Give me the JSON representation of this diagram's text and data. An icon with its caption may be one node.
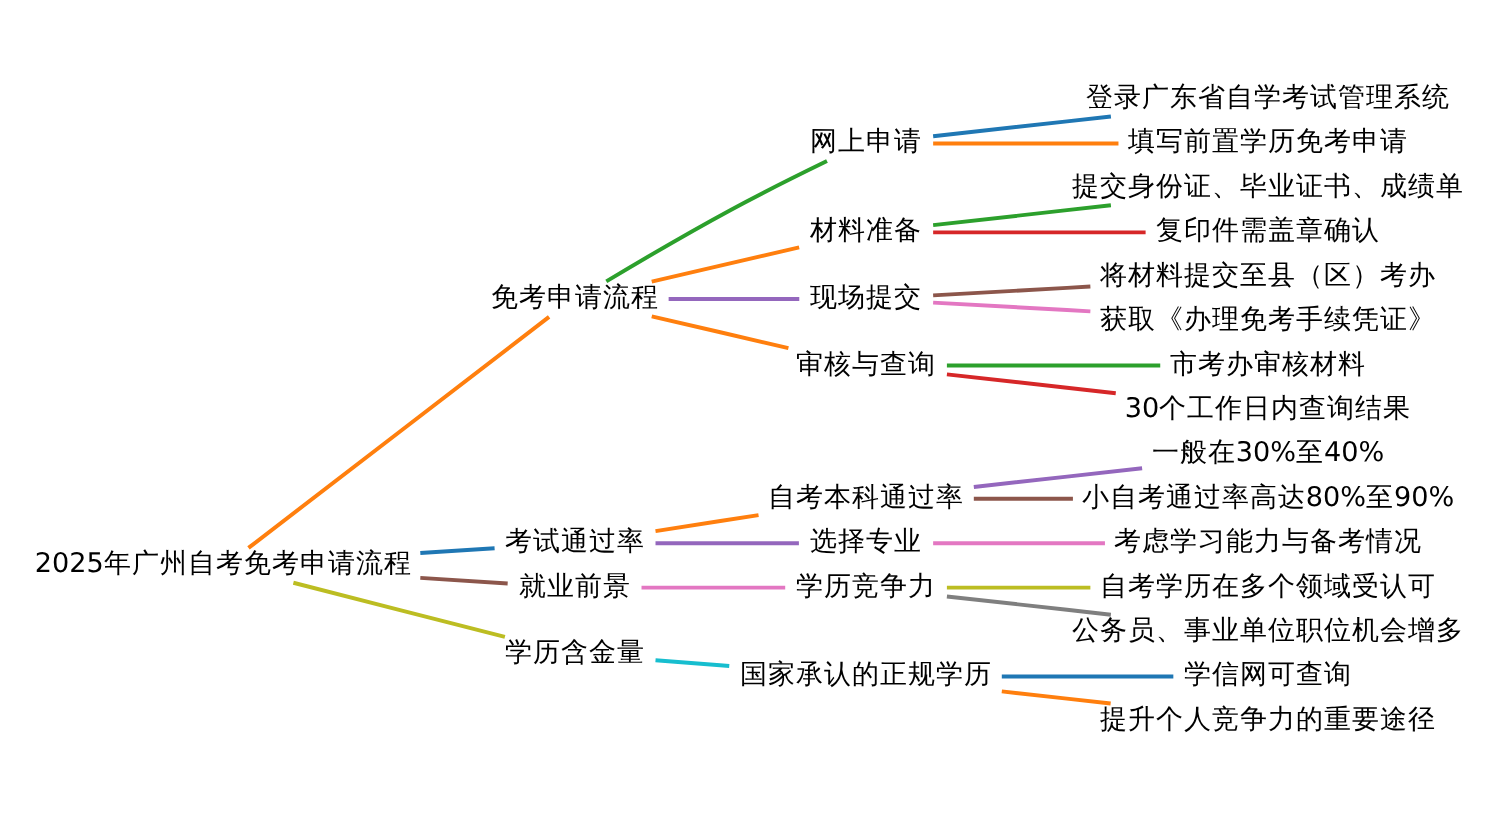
{
  "diagram": {
    "nodes": [
      {
        "text": [
          "2025年广州自考免考申请流程"
        ]
      },
      {
        "text": [
          "免考申请流程"
        ]
      },
      {
        "text": [
          "网上申请"
        ]
      },
      {
        "text": [
          "登录广东省自学考试管理系统"
        ]
      },
      {
        "text": [
          "填写前置学历免考申请"
        ]
      },
      {
        "text": [
          "材料准备"
        ]
      },
      {
        "text": [
          "提交身份证、毕业证书、成绩单"
        ]
      },
      {
        "text": [
          "复印件需盖章确认"
        ]
      },
      {
        "text": [
          "现场提交"
        ]
      },
      {
        "text": [
          "将材料提交至县（区）考办"
        ]
      },
      {
        "text": [
          "获取《办理免考手续凭证》"
        ]
      },
      {
        "text": [
          "审核与查询"
        ]
      },
      {
        "text": [
          "市考办审核材料"
        ]
      },
      {
        "text": [
          "30个工作日内查询结果"
        ]
      },
      {
        "text": [
          "考试通过率"
        ]
      },
      {
        "text": [
          "自考本科通过率"
        ]
      },
      {
        "text": [
          "一般在30%至40%"
        ]
      },
      {
        "text": [
          "小自考通过率高达80%至90%"
        ]
      },
      {
        "text": [
          "选择专业"
        ]
      },
      {
        "text": [
          "考虑学习能力与备考情况"
        ]
      },
      {
        "text": [
          "就业前景"
        ]
      },
      {
        "text": [
          "学历竞争力"
        ]
      },
      {
        "text": [
          "自考学历在多个领域受认可"
        ]
      },
      {
        "text": [
          "公务员、事业单位职位机会增多"
        ]
      },
      {
        "text": [
          "学历含金量"
        ]
      },
      {
        "text": [
          "国家承认的正规学历"
        ]
      },
      {
        "text": [
          "学信网可查询"
        ]
      },
      {
        "text": [
          "提升个人竞争力的重要途径"
        ]
      }
    ],
    "edges": [
      {
        "from": 0,
        "to": 1,
        "arrow": "none",
        "color": "#ff7f0e"
      },
      {
        "from": 1,
        "to": 2,
        "arrow": "none",
        "color": "#2ca02c"
      },
      {
        "from": 2,
        "to": 3,
        "arrow": "none",
        "color": "#1f77b4"
      },
      {
        "from": 2,
        "to": 4,
        "arrow": "none",
        "color": "#ff7f0e"
      },
      {
        "from": 1,
        "to": 5,
        "arrow": "none",
        "color": "#ff7f0e"
      },
      {
        "from": 5,
        "to": 6,
        "arrow": "none",
        "color": "#2ca02c"
      },
      {
        "from": 5,
        "to": 7,
        "arrow": "none",
        "color": "#d62728"
      },
      {
        "from": 1,
        "to": 8,
        "arrow": "none",
        "color": "#9467bd"
      },
      {
        "from": 8,
        "to": 9,
        "arrow": "none",
        "color": "#8c564b"
      },
      {
        "from": 8,
        "to": 10,
        "arrow": "none",
        "color": "#e377c2"
      },
      {
        "from": 1,
        "to": 11,
        "arrow": "none",
        "color": "#ff7f0e"
      },
      {
        "from": 11,
        "to": 12,
        "arrow": "none",
        "color": "#2ca02c"
      },
      {
        "from": 11,
        "to": 13,
        "arrow": "none",
        "color": "#d62728"
      },
      {
        "from": 0,
        "to": 14,
        "arrow": "none",
        "color": "#1f77b4"
      },
      {
        "from": 14,
        "to": 15,
        "arrow": "none",
        "color": "#ff7f0e"
      },
      {
        "from": 15,
        "to": 16,
        "arrow": "none",
        "color": "#9467bd"
      },
      {
        "from": 15,
        "to": 17,
        "arrow": "none",
        "color": "#8c564b"
      },
      {
        "from": 14,
        "to": 18,
        "arrow": "none",
        "color": "#9467bd"
      },
      {
        "from": 18,
        "to": 19,
        "arrow": "none",
        "color": "#e377c2"
      },
      {
        "from": 0,
        "to": 20,
        "arrow": "none",
        "color": "#8c564b"
      },
      {
        "from": 20,
        "to": 21,
        "arrow": "none",
        "color": "#e377c2"
      },
      {
        "from": 21,
        "to": 22,
        "arrow": "none",
        "color": "#bcbd22"
      },
      {
        "from": 21,
        "to": 23,
        "arrow": "none",
        "color": "#7f7f7f"
      },
      {
        "from": 0,
        "to": 24,
        "arrow": "none",
        "color": "#bcbd22"
      },
      {
        "from": 24,
        "to": 25,
        "arrow": "none",
        "color": "#17becf"
      },
      {
        "from": 25,
        "to": 26,
        "arrow": "none",
        "color": "#1f77b4"
      },
      {
        "from": 25,
        "to": 27,
        "arrow": "none",
        "color": "#ff7f0e"
      }
    ]
  }
}
